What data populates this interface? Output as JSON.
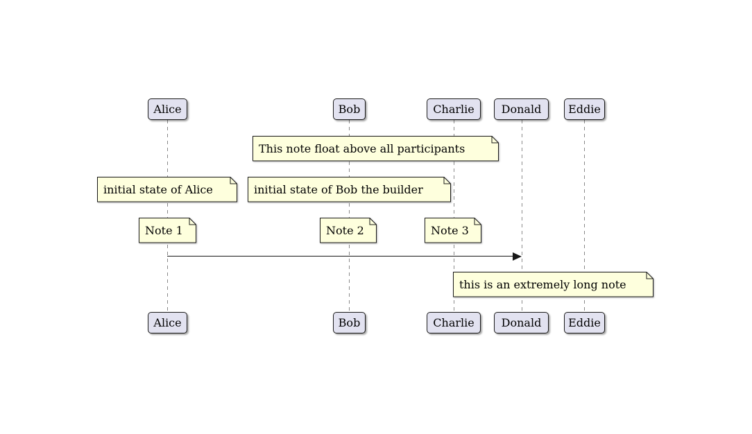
{
  "diagram": {
    "type": "sequence-diagram",
    "colors": {
      "background": "#FFFFFF",
      "participant_fill": "#E2E2F0",
      "participant_border": "#181818",
      "note_fill": "#FEFFDD",
      "note_border": "#181818",
      "lifeline": "#888888",
      "arrow": "#181818",
      "text": "#000000"
    },
    "participants": [
      {
        "name": "Alice"
      },
      {
        "name": "Bob"
      },
      {
        "name": "Charlie"
      },
      {
        "name": "Donald"
      },
      {
        "name": "Eddie"
      }
    ],
    "notes": {
      "float_above": "This note float above all participants",
      "initial_alice": "initial state of Alice",
      "initial_bob": "initial state of Bob the builder",
      "note1": "Note 1",
      "note2": "Note 2",
      "note3": "Note 3",
      "long_note": "this is an extremely long note"
    },
    "messages": [
      {
        "from": "Alice",
        "to": "Donald",
        "label": ""
      }
    ]
  }
}
